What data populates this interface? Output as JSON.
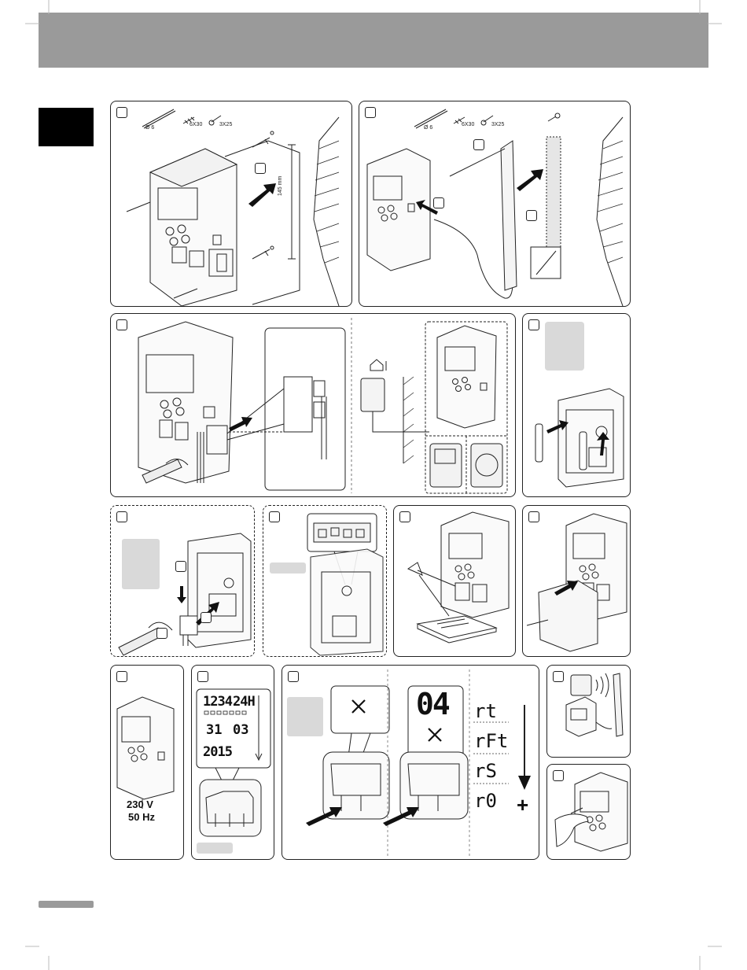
{
  "screws": {
    "plug": "Ø 6",
    "screw_a": "6X30",
    "screw_b": "3X25"
  },
  "mount_distance": "145 mm",
  "power": {
    "voltage": "230 V",
    "frequency": "50 Hz"
  },
  "lcd_setup": {
    "line1_digits": "1234",
    "line1_mode": "24H",
    "line3_day": "31",
    "line3_month": "03",
    "line4_year": "2015"
  },
  "lcd_install": {
    "code": "04"
  },
  "room_codes": [
    "rt",
    "rFt",
    "rS",
    "r0"
  ],
  "plus_symbol": "+"
}
